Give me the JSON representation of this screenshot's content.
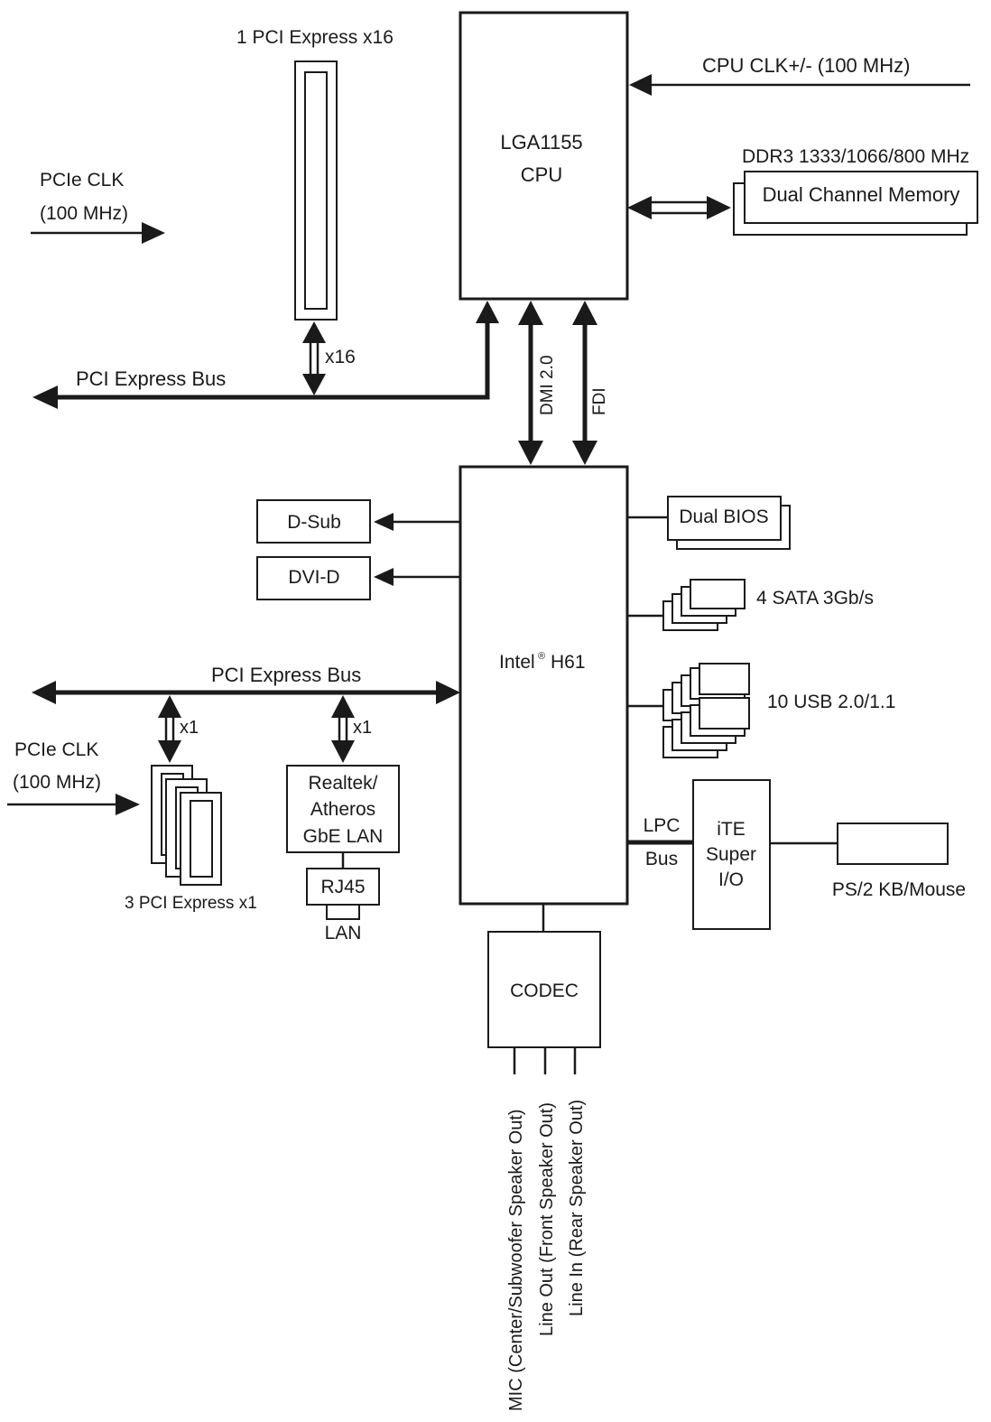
{
  "cpu": {
    "line1": "LGA1155",
    "line2": "CPU"
  },
  "cpu_clk": "CPU CLK+/- (100 MHz)",
  "memory": {
    "spec": "DDR3 1333/1066/800 MHz",
    "label": "Dual Channel Memory"
  },
  "pcie_x16_slot": "1 PCI Express x16",
  "x16_label": "x16",
  "pcie_clk_top": {
    "line1": "PCIe CLK",
    "line2": "(100 MHz)"
  },
  "pci_bus_top": "PCI Express Bus",
  "dmi_label": "DMI 2.0",
  "fdi_label": "FDI",
  "chipset": {
    "name": "Intel",
    "mark": "®",
    "model": "H61"
  },
  "dsub": "D-Sub",
  "dvid": "DVI-D",
  "dual_bios": "Dual BIOS",
  "sata": "4 SATA 3Gb/s",
  "usb": "10 USB 2.0/1.1",
  "pci_bus_mid": "PCI Express Bus",
  "x1_left": "x1",
  "x1_right": "x1",
  "pcie_clk_bottom": {
    "line1": "PCIe CLK",
    "line2": "(100 MHz)"
  },
  "pcie_x1_slots": "3 PCI Express x1",
  "lan_chip": {
    "line1": "Realtek/",
    "line2": "Atheros",
    "line3": "GbE LAN"
  },
  "rj45": "RJ45",
  "lan": "LAN",
  "lpc": {
    "line1": "LPC",
    "line2": "Bus"
  },
  "superio": {
    "line1": "iTE",
    "line2": "Super",
    "line3": "I/O"
  },
  "ps2": "PS/2 KB/Mouse",
  "codec": "CODEC",
  "audio": {
    "mic": "MIC (Center/Subwoofer Speaker Out)",
    "line_out": "Line Out (Front Speaker Out)",
    "line_in": "Line In (Rear Speaker Out)"
  }
}
